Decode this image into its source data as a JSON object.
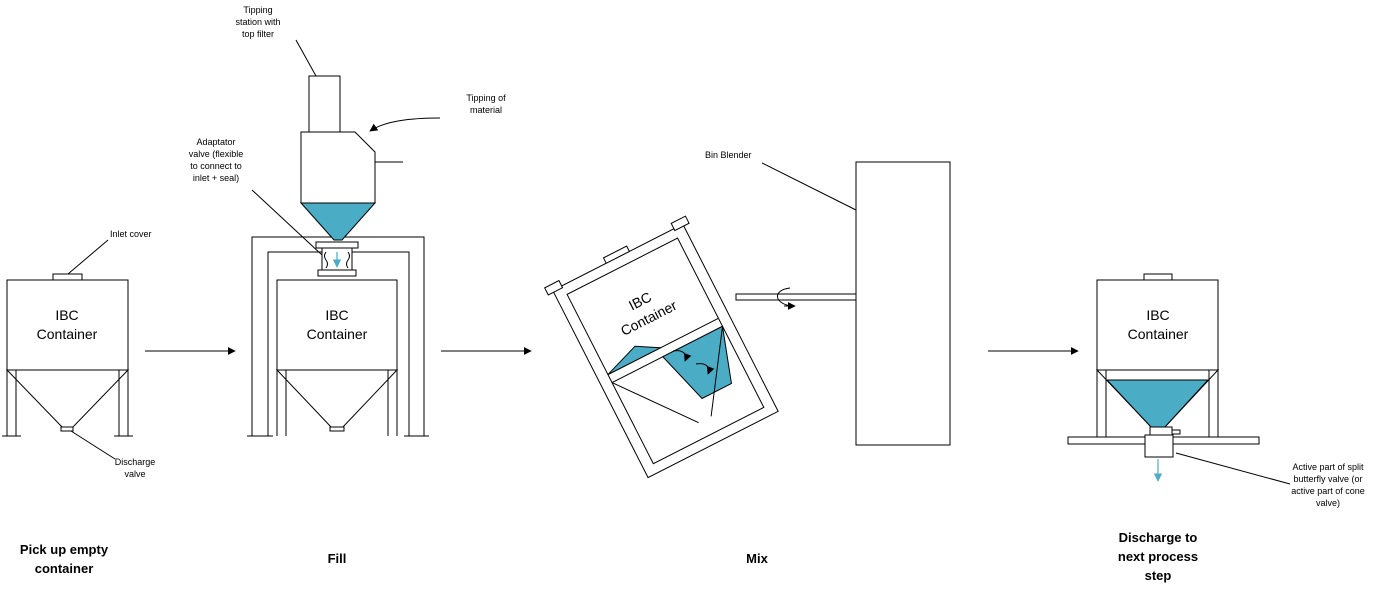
{
  "colors": {
    "material": "#4BACC6",
    "flow_arrow": "#4BACC6",
    "line": "#000000"
  },
  "labels": {
    "inlet_cover": "Inlet cover",
    "discharge_valve": [
      "Discharge",
      "valve"
    ],
    "tipping_station": [
      "Tipping",
      "station with",
      "top filter"
    ],
    "tipping_material": [
      "Tipping of",
      "material"
    ],
    "adaptor_valve": [
      "Adaptator",
      "valve (flexible",
      "to connect to",
      "inlet + seal)"
    ],
    "bin_blender": "Bin Blender",
    "active_part": [
      "Active part of split",
      "butterfly valve (or",
      "active part of cone",
      "valve)"
    ]
  },
  "containers": {
    "c1": [
      "IBC",
      "Container"
    ],
    "c2": [
      "IBC",
      "Container"
    ],
    "c3": [
      "IBC",
      "Container"
    ],
    "c4": [
      "IBC",
      "Container"
    ]
  },
  "steps": [
    {
      "lines": [
        "Pick up empty",
        "container"
      ]
    },
    {
      "lines": [
        "Fill"
      ]
    },
    {
      "lines": [
        "Mix"
      ]
    },
    {
      "lines": [
        "Discharge to",
        "next process",
        "step"
      ]
    }
  ]
}
